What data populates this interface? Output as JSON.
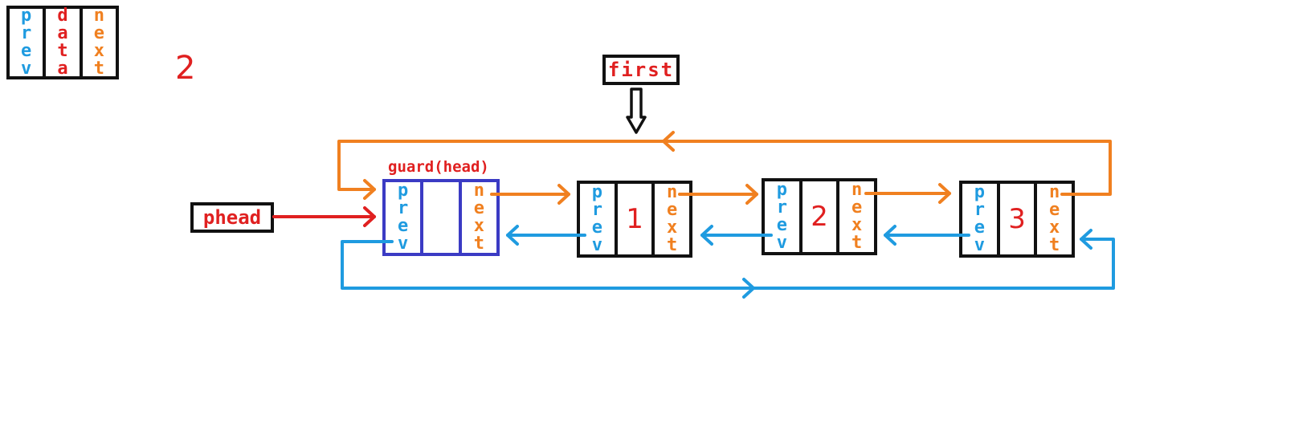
{
  "legend": {
    "prev": "prev",
    "data": "data",
    "next": "next"
  },
  "top_number": "2",
  "first_label": "first",
  "phead_label": "phead",
  "guard_title": "guard(head)",
  "nodes": [
    {
      "id": "guard",
      "prev": "prev",
      "value": "",
      "next": "next"
    },
    {
      "id": "node1",
      "prev": "prev",
      "value": "1",
      "next": "next"
    },
    {
      "id": "node2",
      "prev": "prev",
      "value": "2",
      "next": "next"
    },
    {
      "id": "node3",
      "prev": "prev",
      "value": "3",
      "next": "next"
    }
  ],
  "colors": {
    "prev": "#1f9be0",
    "data": "#e02020",
    "next": "#f08020",
    "guard_border": "#3b3bc4",
    "border": "#111111"
  }
}
